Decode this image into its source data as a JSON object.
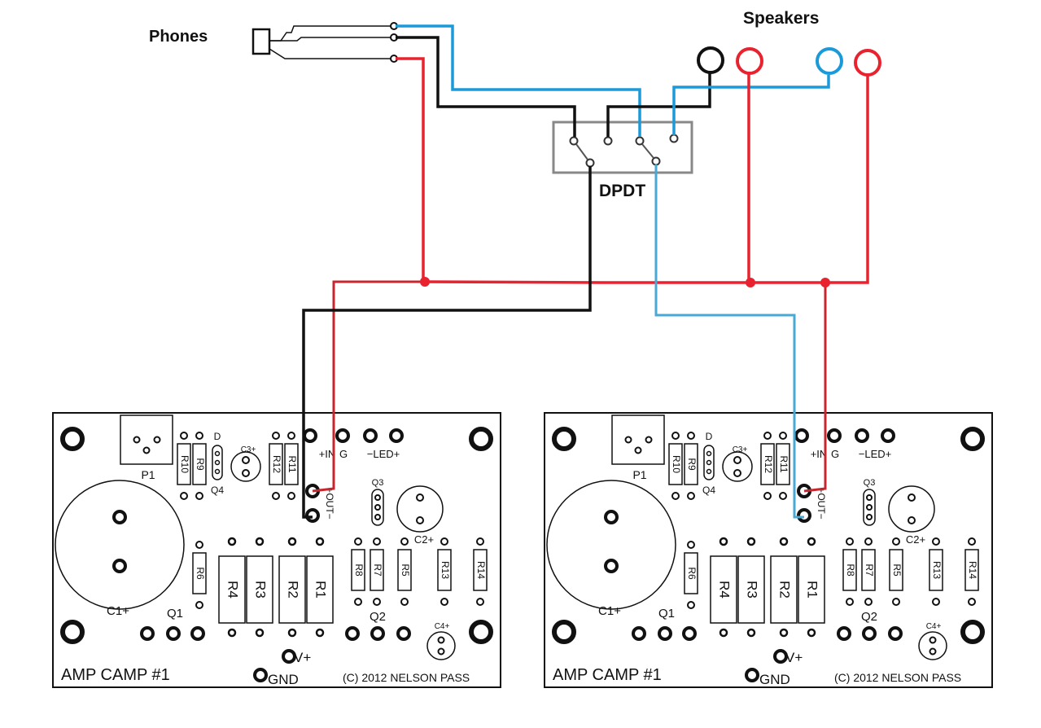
{
  "labels": {
    "phones": "Phones",
    "speakers": "Speakers",
    "switch": "DPDT"
  },
  "board": {
    "title": "AMP CAMP #1",
    "copyright": "(C) 2012 NELSON PASS",
    "p1": "P1",
    "d": "D",
    "q1": "Q1",
    "q2": "Q2",
    "q3": "Q3",
    "q4": "Q4",
    "c1": "C1+",
    "c2": "C2+",
    "c3": "C3+",
    "c4": "C4+",
    "r1": "R1",
    "r2": "R2",
    "r3": "R3",
    "r4": "R4",
    "r5": "R5",
    "r6": "R6",
    "r7": "R7",
    "r8": "R8",
    "r9": "R9",
    "r10": "R10",
    "r11": "R11",
    "r12": "R12",
    "r13": "R13",
    "r14": "R14",
    "in": "+IN",
    "g": "G",
    "led": "−LED+",
    "out": "+OUT−",
    "vplus": "V+",
    "gnd": "GND"
  },
  "colors": {
    "red": "#e8222e",
    "darkred": "#c8262e",
    "blue": "#1a9ad8",
    "lightblue": "#4aa8d4",
    "black": "#111111",
    "switch_border": "#888888"
  }
}
